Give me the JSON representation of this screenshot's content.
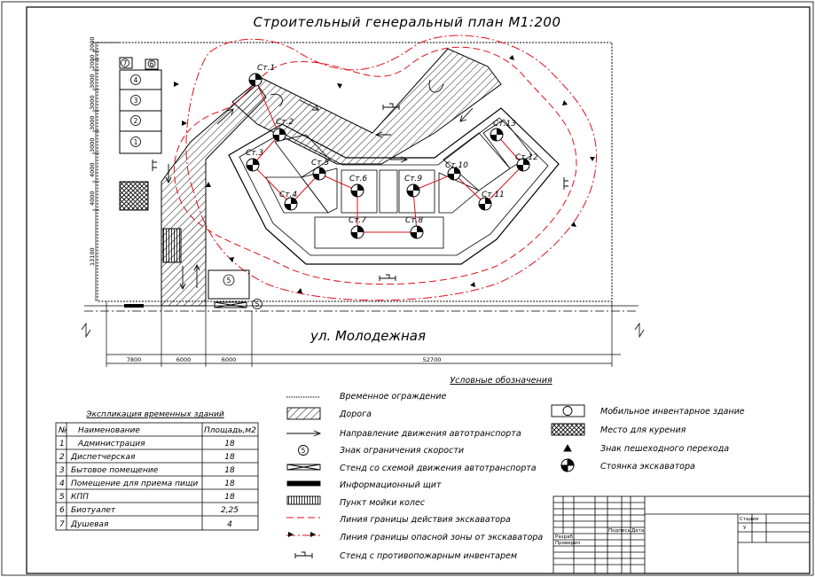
{
  "title": "Строительный генеральный план М1:200",
  "street": "ул. Молодежная",
  "stations": [
    "Ст.1",
    "Ст.2",
    "Ст.3",
    "Ст.4",
    "Ст.5",
    "Ст.6",
    "Ст.7",
    "Ст.8",
    "Ст.9",
    "Ст.10",
    "Ст.11",
    "Ст.12",
    "Ст.13"
  ],
  "building_numbers": [
    "7",
    "6",
    "4",
    "3",
    "2",
    "1",
    "5"
  ],
  "dim_left": [
    "2000",
    "2000",
    "3000",
    "3000",
    "3000",
    "3000",
    "4000",
    "4000",
    "13100"
  ],
  "dim_bottom": [
    "7800",
    "6000",
    "6000",
    "52700"
  ],
  "circle_5_label": "5",
  "explication": {
    "title": "Экспликация временных зданий",
    "headers": [
      "№",
      "Наименование",
      "Площадь,м2"
    ],
    "rows": [
      [
        "1",
        "Администрация",
        "18"
      ],
      [
        "2",
        "Диспетчерская",
        "18"
      ],
      [
        "3",
        "Бытовое помещение",
        "18"
      ],
      [
        "4",
        "Помещение для приема пищи",
        "18"
      ],
      [
        "5",
        "КПП",
        "18"
      ],
      [
        "6",
        "Биотуалет",
        "2,25"
      ],
      [
        "7",
        "Душевая",
        "4"
      ]
    ]
  },
  "legend": {
    "title": "Условные обозначения",
    "left": [
      "Временное ограждение",
      "Дорога",
      "Направление движения автотранспорта",
      "Знак ограничения скорости",
      "Стенд со схемой движения автотранспорта",
      "Информационный щит",
      "Пункт мойки колес",
      "Линия границы действия экскаватора",
      "Линия границы опасной зоны от экскаватора",
      "Стенд с противопожарным инвентарем"
    ],
    "right": [
      "Мобильное инвентарное здание",
      "Место для курения",
      "Знак пешеходного перехода",
      "Стоянка экскаватора"
    ],
    "speed_sign": "5"
  },
  "stamp": {
    "razrab": "Разраб.",
    "prover": "Проверил",
    "podp": "Подпись",
    "data": "Дата",
    "stadiya": "Стадия",
    "stadiya_val": "У"
  },
  "colors": {
    "line": "#000000",
    "red": "#e0101a",
    "hatch": "#000000"
  }
}
